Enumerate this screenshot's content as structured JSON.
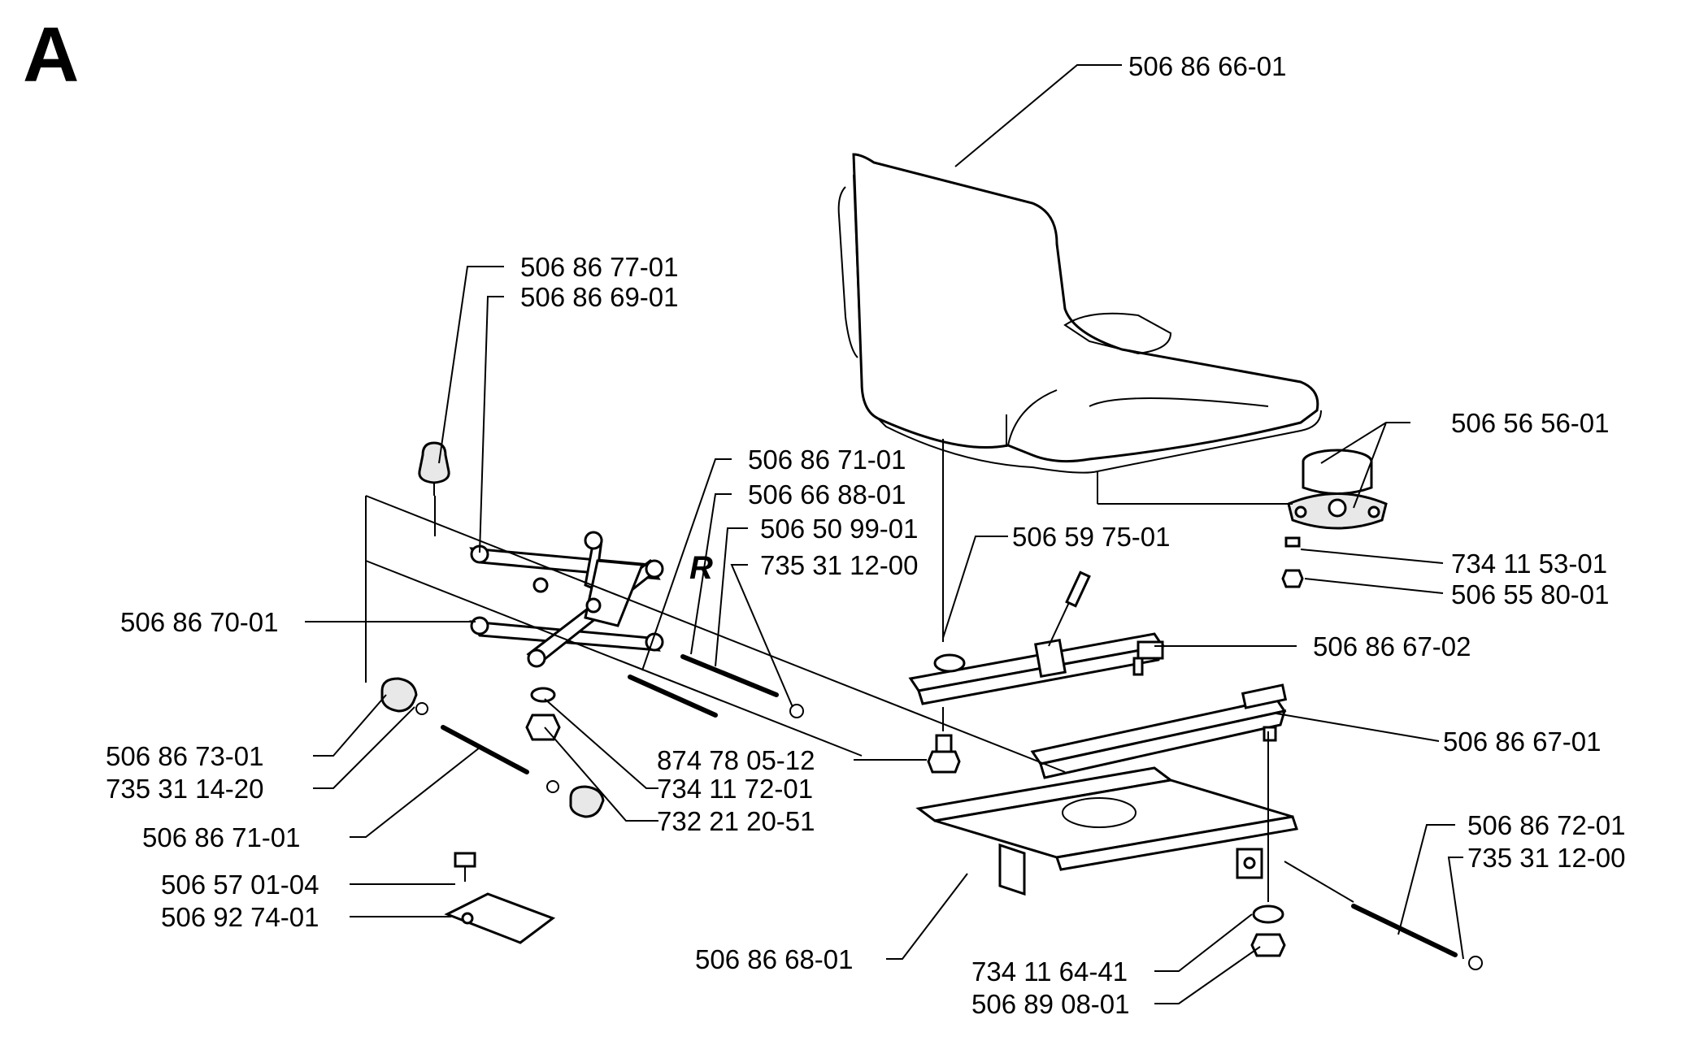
{
  "figure": {
    "section_letter": "A",
    "handwritten_mark": "R"
  },
  "labels": {
    "seat": "506 86 66-01",
    "bumper_top": "506 86 77-01",
    "link_arm": "506 86 69-01",
    "pivot_assembly": "506 86 70-01",
    "rod_upper": "506 86 71-01",
    "rod_mid": "506 66 88-01",
    "rod_right": "506 50 99-01",
    "clip_upper": "735 31 12-00",
    "washer_seat": "506 59 75-01",
    "knob_kit": "506 56 56-01",
    "nut_small": "734 11 53-01",
    "bolt_small": "506 55 80-01",
    "rail_upper": "506 86 67-02",
    "rail_lower": "506 86 67-01",
    "spacer": "506 86 73-01",
    "clip_left": "735 31 14-20",
    "rod_lower": "506 86 71-01",
    "screw_center": "874 78 05-12",
    "washer_center": "734 11 72-01",
    "nut_center": "732 21 20-51",
    "bolt_bracket": "506 57 01-04",
    "bracket": "506 92 74-01",
    "base_plate": "506 86 68-01",
    "rod_bottom": "506 86 72-01",
    "clip_bottom": "735 31 12-00",
    "washer_bottom": "734 11 64-41",
    "nut_bottom": "506 89 08-01"
  }
}
